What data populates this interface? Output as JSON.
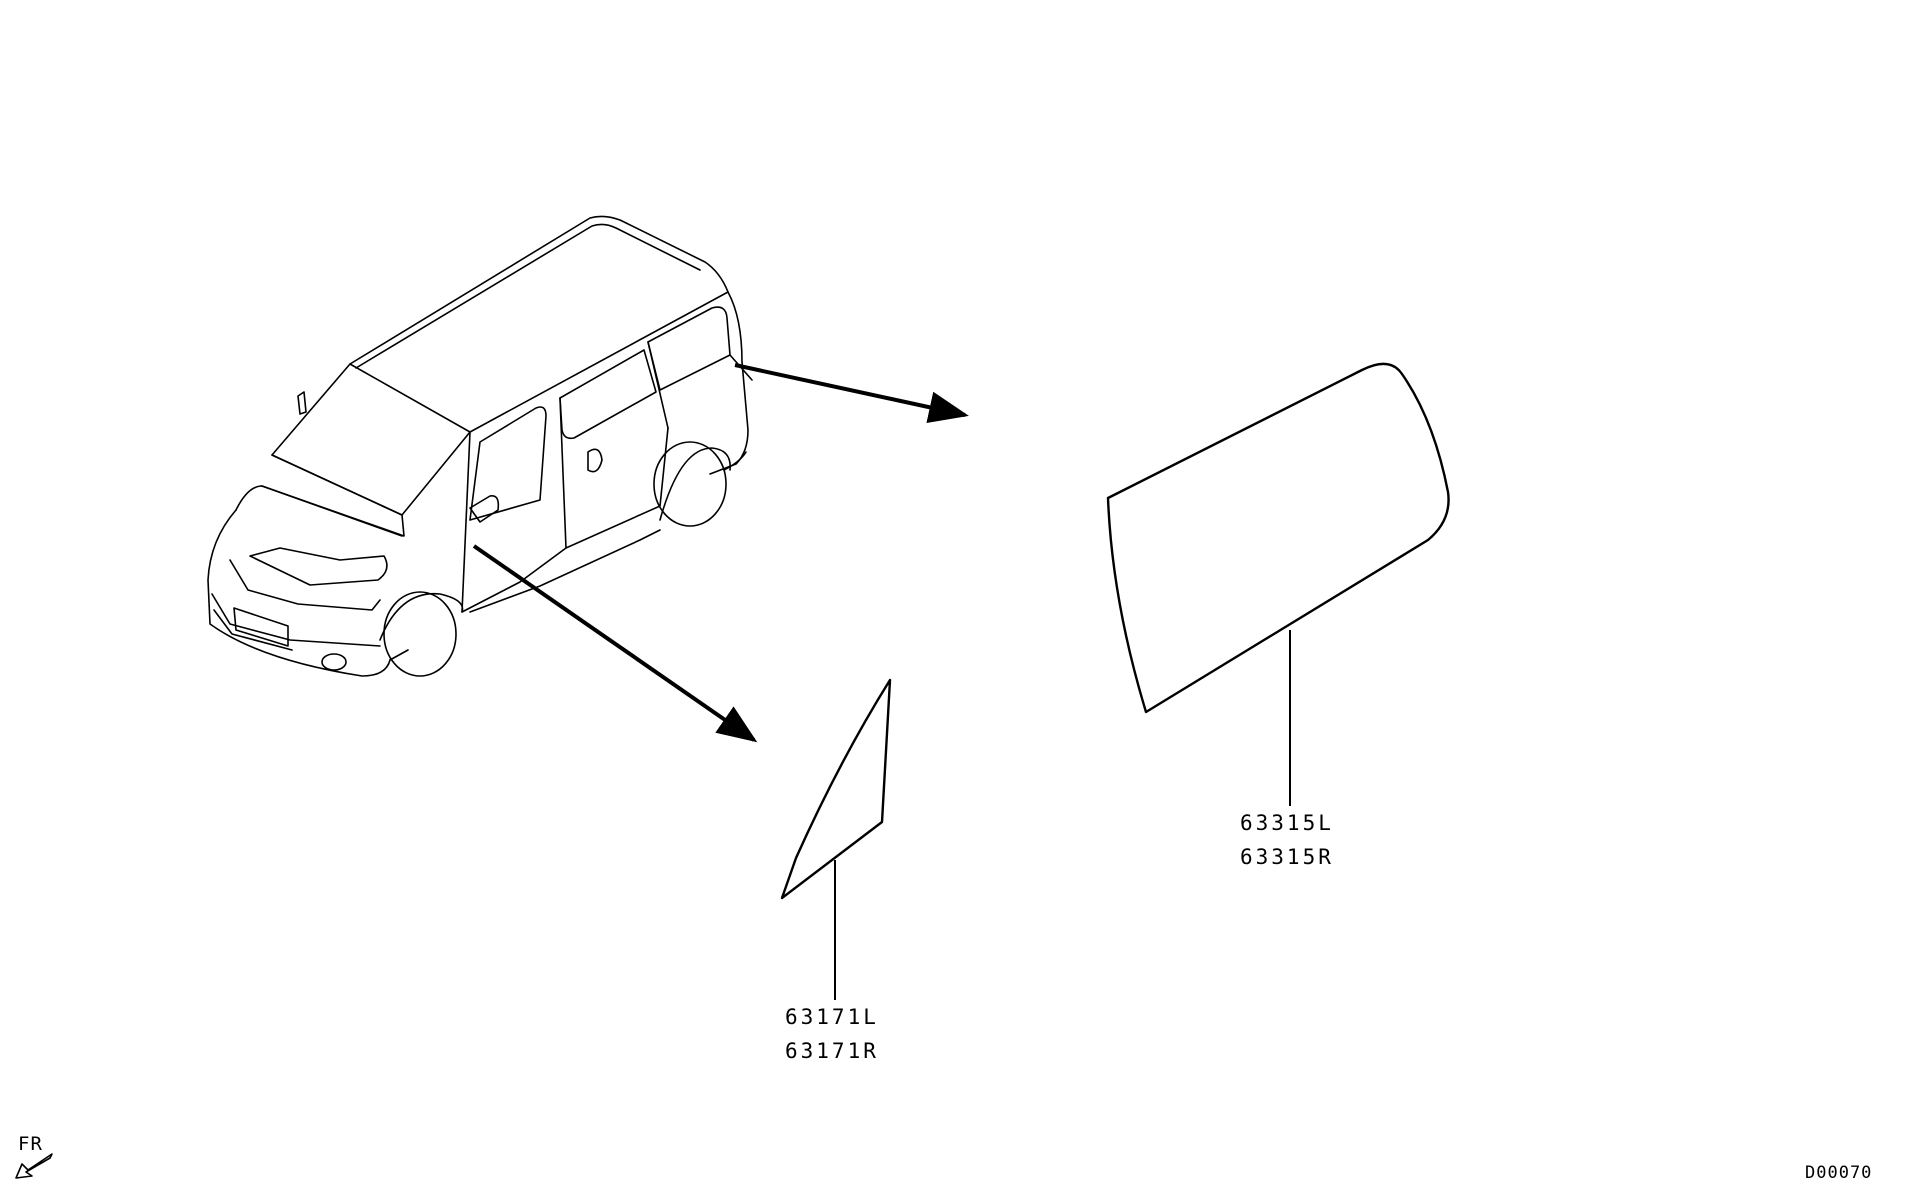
{
  "diagram": {
    "parts": [
      {
        "codes": [
          "63315L",
          "63315R"
        ]
      },
      {
        "codes": [
          "63171L",
          "63171R"
        ]
      }
    ],
    "orientation_label": "FR",
    "drawing_code": "D00070"
  }
}
